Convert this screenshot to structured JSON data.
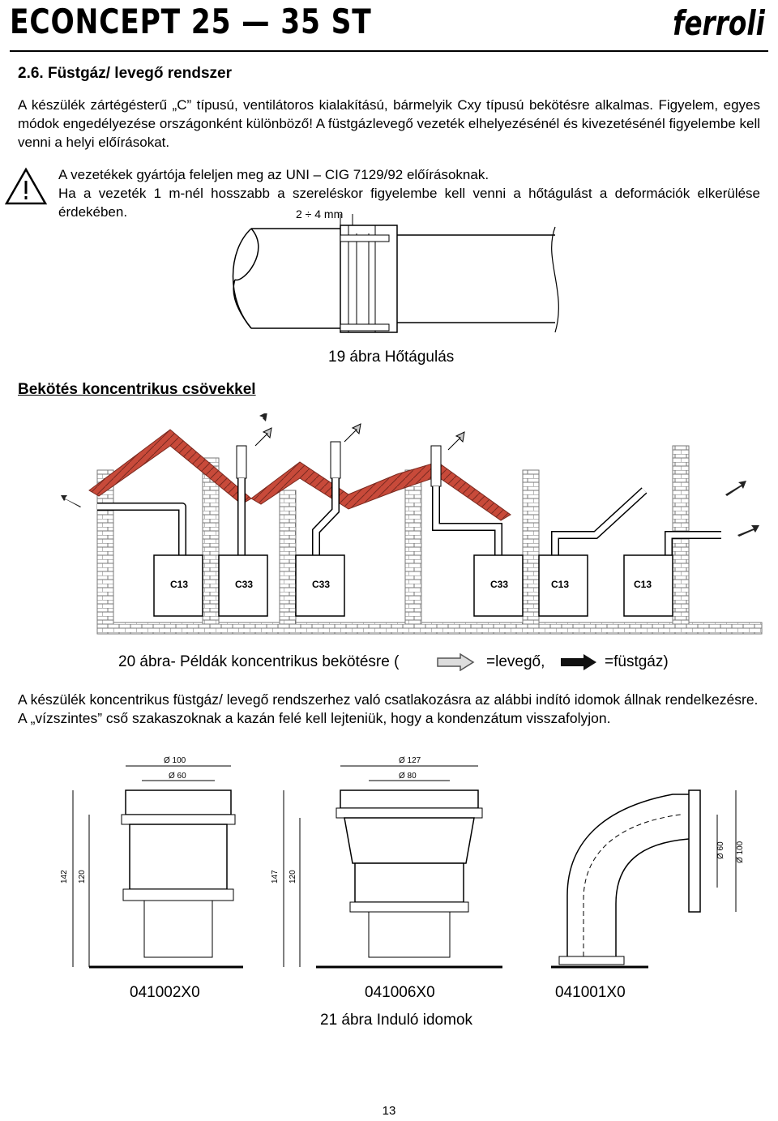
{
  "header": {
    "product": "ECONCEPT 25 — 35 ST",
    "brand": "ferroli"
  },
  "section": {
    "title": "2.6. Füstgáz/ levegő rendszer",
    "intro": "A készülék zártégésterű „C” típusú, ventilátoros kialakítású, bármelyik Cxy típusú bekötésre alkalmas. Figyelem, egyes módok engedélyezése országonként különböző! A füstgázlevegő vezeték elhelyezésénél és kivezetésénél figyelembe kell venni a helyi előírásokat.",
    "warning_line1": "A vezetékek gyártója feleljen meg az UNI – CIG 7129/92 előírásoknak.",
    "warning_line2": "Ha a vezeték 1 m-nél hosszabb a szereléskor figyelembe kell venni a hőtágulást a deformációk elkerülése érdekében."
  },
  "figure19": {
    "gap_label": "2 ÷ 4 mm",
    "caption": "19 ábra Hőtágulás"
  },
  "concentric": {
    "heading": "Bekötés koncentrikus csövekkel",
    "boiler_labels": [
      "C13",
      "C33",
      "C33",
      "C33",
      "C13",
      "C13"
    ],
    "caption_prefix": "20 ábra-  Példák koncentrikus bekötésre (",
    "caption_air": "=levegő,",
    "caption_flue": "=füstgáz)",
    "body": "A készülék koncentrikus füstgáz/ levegő rendszerhez való csatlakozásra az alábbi indító idomok állnak rendelkezésre. A „vízszintes” cső szakaszoknak a kazán felé kell lejteniük, hogy a kondenzátum visszafolyjon."
  },
  "figure21": {
    "parts": [
      {
        "code": "041002X0",
        "outer": "Ø 100",
        "inner": "Ø 60",
        "h1": "142",
        "h2": "120"
      },
      {
        "code": "041006X0",
        "outer": "Ø 127",
        "inner": "Ø 80",
        "h1": "147",
        "h2": "120"
      },
      {
        "code": "041001X0",
        "outer": "Ø 100",
        "inner": "Ø 60"
      }
    ],
    "caption": "21 ábra Induló idomok"
  },
  "page_number": "13",
  "colors": {
    "text": "#000000",
    "roof": "#c0392b",
    "wall": "#888888"
  }
}
